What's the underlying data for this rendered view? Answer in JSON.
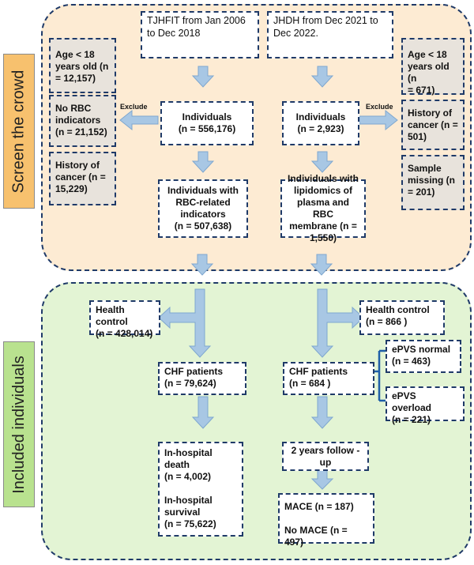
{
  "side_labels": {
    "top": "Screen the crowd",
    "bottom": "Included individuals"
  },
  "top": {
    "left_source": "TJHFIT from Jan 2006\nto Dec 2018",
    "right_source": "JHDH from Dec 2021 to\nDec 2022.",
    "left_individuals": "Individuals\n(n = 556,176)",
    "right_individuals": "Individuals\n(n = 2,923)",
    "left_rbc": "Individuals with\nRBC-related\nindicators\n(n = 507,638)",
    "right_lipid": "Individuals with\nlipidomics of\nplasma and RBC\nmembrane (n =\n1,550)",
    "exclude_left": "Exclude",
    "exclude_right": "Exclude",
    "left_excl": [
      "Age < 18\nyears old (n\n= 12,157)",
      "No RBC\nindicators\n(n = 21,152)",
      "History of\ncancer (n =\n15,229)"
    ],
    "right_excl": [
      "Age < 18\nyears old (n\n= 671)",
      "History of\ncancer (n =\n501)",
      "Sample\nmissing (n\n= 201)"
    ]
  },
  "bottom": {
    "left_health": "Health control\n(n = 428,014)",
    "right_health": "Health control\n(n = 866 )",
    "left_chf": "CHF patients\n(n = 79,624)",
    "right_chf": "CHF patients\n(n = 684 )",
    "epvs_normal": "ePVS normal\n(n = 463)",
    "epvs_overload": "ePVS overload\n(n = 221)",
    "inhospital": "In-hospital\ndeath\n(n = 4,002)\n\nIn-hospital\nsurvival\n(n = 75,622)",
    "followup": "2 years follow -\nup",
    "mace": "MACE (n = 187)\n\nNo MACE (n = 497)"
  },
  "colors": {
    "arrow": "#a8c7e4",
    "arrow_stroke": "#7ea7cf",
    "border": "#1f3a68"
  }
}
